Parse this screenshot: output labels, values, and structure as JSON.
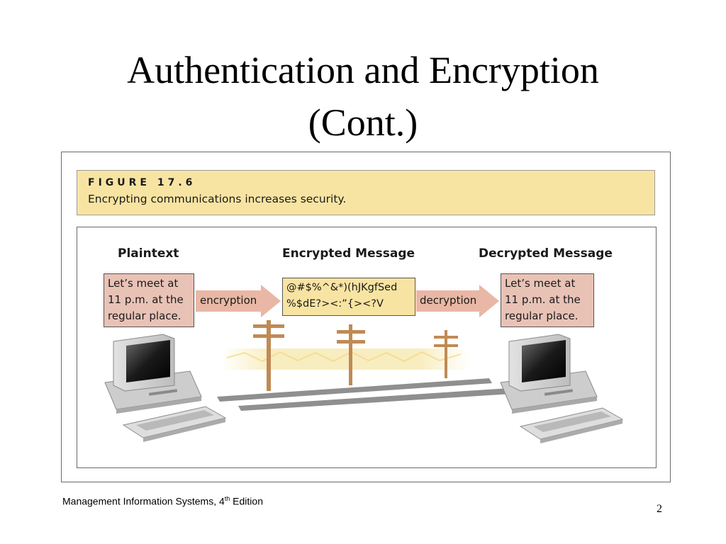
{
  "slide": {
    "title_line1": "Authentication and Encryption",
    "title_line2": "(Cont.)"
  },
  "figure": {
    "label": "FIGURE 17.6",
    "caption": "Encrypting communications increases security."
  },
  "diagram": {
    "headings": {
      "plaintext": "Plaintext",
      "encrypted": "Encrypted Message",
      "decrypted": "Decrypted Message"
    },
    "plaintext_lines": [
      "Let’s meet at",
      "11 p.m. at the",
      "regular place."
    ],
    "encrypted_lines": [
      "@#$%^&*)(hJKgfSed",
      "%$dE?><:”{><?V"
    ],
    "decrypted_lines": [
      "Let’s meet at",
      "11 p.m. at the",
      "regular place."
    ],
    "arrow_encrypt": "encryption",
    "arrow_decrypt": "decryption"
  },
  "footer": {
    "text": "Management Information Systems, 4",
    "superscript": "th",
    "text_after": " Edition",
    "page_number": "2"
  },
  "colors": {
    "caption_bg": "#f8e4a2",
    "message_pink": "#e9c2b6",
    "message_yellow": "#f8e4a2",
    "arrow": "#e9b7a5",
    "pole": "#c08a55"
  }
}
